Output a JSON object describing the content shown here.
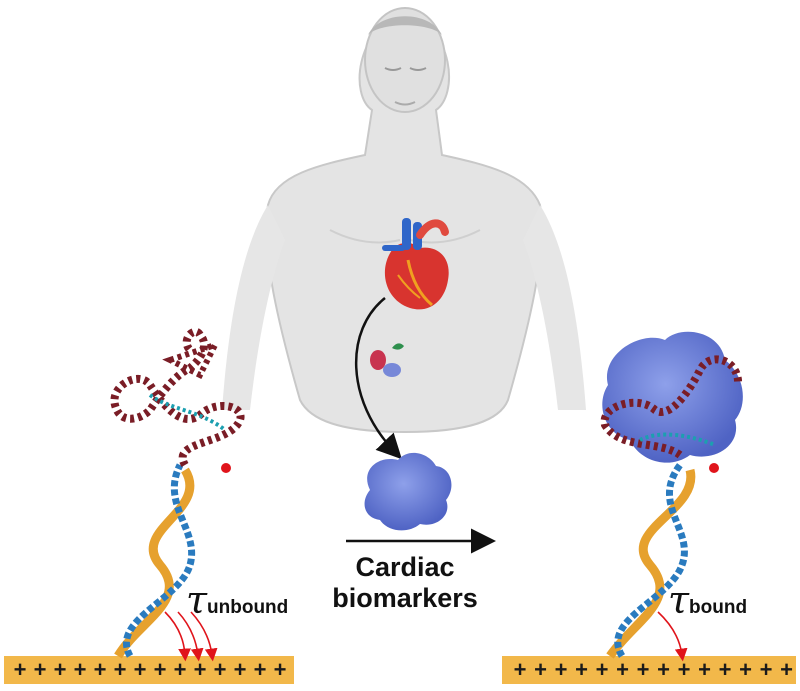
{
  "center_label": {
    "line1": "Cardiac",
    "line2": "biomarkers"
  },
  "tau_unbound": {
    "symbol": "τ",
    "subscript": "unbound"
  },
  "tau_bound": {
    "symbol": "τ",
    "subscript": "bound"
  },
  "electrode_symbol": "+",
  "colors": {
    "electrode": "#f2b84a",
    "plus": "#1a1a1a",
    "aptamer_maroon": "#7a1d26",
    "aptamer_teal": "#1c9fb0",
    "dna_orange": "#e6a12e",
    "dna_blue": "#2a7bbf",
    "protein": "#6a7fd8",
    "arrow_red": "#e0141b",
    "body": "#dcdcdc"
  }
}
